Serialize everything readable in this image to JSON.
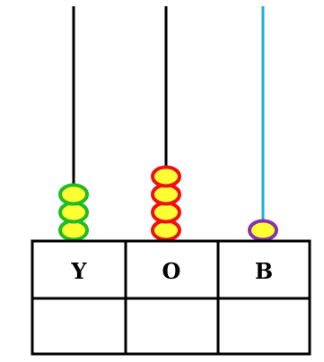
{
  "abacus": {
    "rods": [
      {
        "label": "Y",
        "rod_color": "#000000",
        "bead_count": 3,
        "bead_fill": "#ffff33",
        "bead_stroke": "#22bb22"
      },
      {
        "label": "O",
        "rod_color": "#000000",
        "bead_count": 4,
        "bead_fill": "#ffff33",
        "bead_stroke": "#ee1111"
      },
      {
        "label": "B",
        "rod_color": "#22aaee",
        "bead_count": 1,
        "bead_fill": "#ffff33",
        "bead_stroke": "#8833aa"
      }
    ],
    "answer_row": [
      "",
      "",
      ""
    ]
  }
}
